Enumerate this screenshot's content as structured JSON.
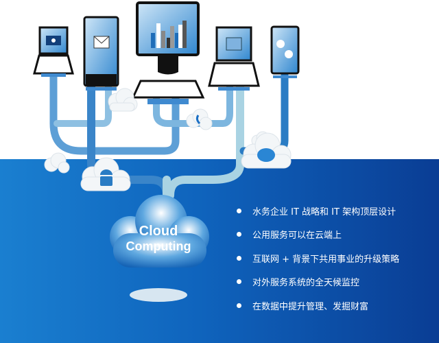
{
  "cloud": {
    "line1": "Cloud",
    "line2": "Computing"
  },
  "bullets": [
    "水务企业 IT 战略和 IT 架构顶层设计",
    "公用服务可以在云端上",
    "互联网 + 背景下共用事业的升级策略",
    "对外服务系统的全天候监控",
    "在数据中提升管理、发掘财富"
  ],
  "colors": {
    "band": "#0f64bd",
    "pipe": "#2a7cc4",
    "pipe_light": "#a9d3e3"
  }
}
